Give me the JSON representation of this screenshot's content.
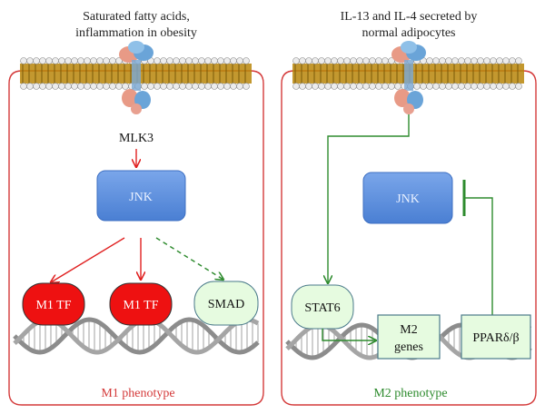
{
  "colors": {
    "red": "#e02020",
    "green": "#2e8b2e",
    "jnk_fill": "#5b8fdd",
    "jnk_text": "#e8f0ff",
    "m1tf_fill": "#ee1111",
    "light_green": "#e6fbe0",
    "membrane_head": "#e4e4e4",
    "membrane_tail": "#c99a1a"
  },
  "left_panel": {
    "title_line1": "Saturated fatty acids,",
    "title_line2": "inflammation in obesity",
    "kinase": "MLK3",
    "jnk": "JNK",
    "tf1": "M1 TF",
    "tf2": "M1 TF",
    "smad": "SMAD",
    "phenotype": "M1 phenotype"
  },
  "right_panel": {
    "title_line1": "IL-13 and IL-4 secreted by",
    "title_line2": "normal adipocytes",
    "jnk": "JNK",
    "stat6": "STAT6",
    "m2_genes_line1": "M2",
    "m2_genes_line2": "genes",
    "ppar": "PPARδ/β",
    "phenotype": "M2 phenotype"
  }
}
